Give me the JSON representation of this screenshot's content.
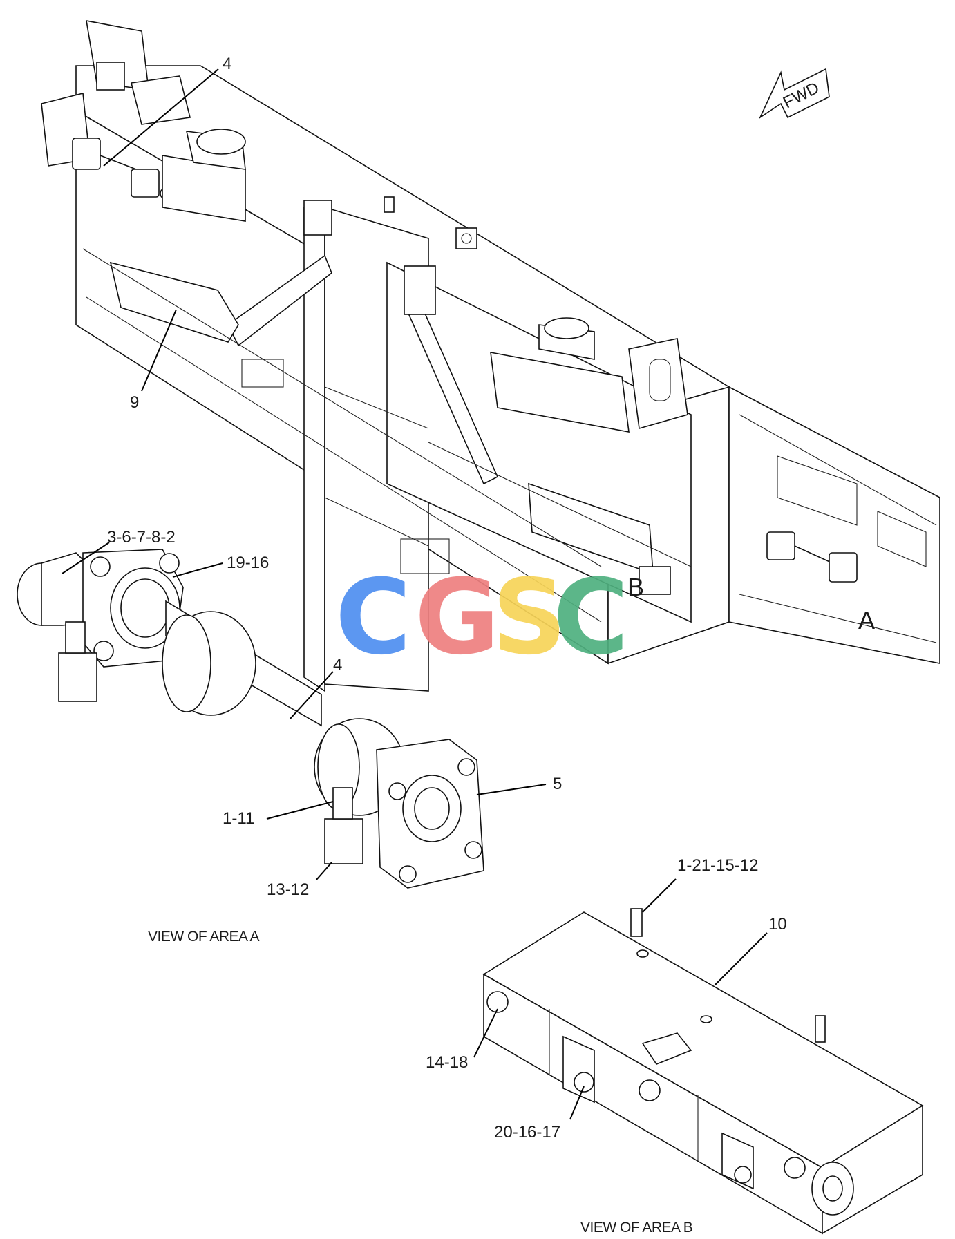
{
  "direction_arrow": {
    "label": "FWD",
    "icon": "fwd-arrow-icon"
  },
  "area_markers": {
    "a": "A",
    "b": "B"
  },
  "callouts": {
    "top_4": "4",
    "top_9": "9",
    "a_3_6_7_8_2": "3-6-7-8-2",
    "a_19_16": "19-16",
    "a_4": "4",
    "a_5": "5",
    "a_1_11": "1-11",
    "a_13_12": "13-12",
    "b_1_21_15_12": "1-21-15-12",
    "b_10": "10",
    "b_14_18": "14-18",
    "b_20_16_17": "20-16-17"
  },
  "captions": {
    "view_a": "VIEW OF AREA A",
    "view_b": "VIEW OF AREA B"
  },
  "watermark": {
    "letters": [
      "C",
      "G",
      "S",
      "C"
    ],
    "colors": [
      "#4f8ff0",
      "#ee7f7f",
      "#f7d458",
      "#4fb07f"
    ]
  }
}
